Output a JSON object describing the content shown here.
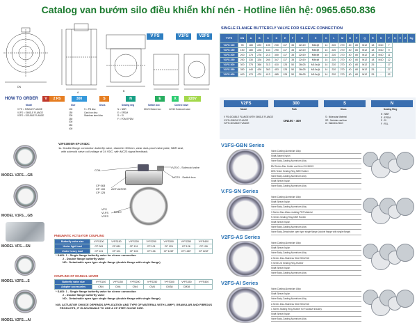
{
  "title": "Catalog van bướm silo điều khiển khí nén - Hotline liên hệ: 0965.650.836",
  "drawing": {
    "tabs": [
      "V FS",
      "V1FS",
      "V2FS"
    ]
  },
  "how_to_order": {
    "label": "HOW TO ORDER",
    "code": [
      "V",
      "2 FS",
      "300",
      "S",
      "N",
      "E",
      "X",
      "220V"
    ],
    "col_titles": [
      "Model",
      "Size",
      "Discs",
      "Sealing ring",
      "Switch box",
      "Control valve"
    ],
    "models": [
      "V FS = SINGLE FLANGE",
      "V1FS = SINGLE FLANGE",
      "V2FS = DOUBLE FLANGE"
    ],
    "sizes": [
      "100",
      "150",
      "200",
      "250",
      "300",
      "350",
      "400"
    ],
    "discs": [
      "S = PB disc",
      "Cast iron disc",
      "Stainless steel disc"
    ],
    "seals": [
      "N = NBR",
      "E = EPDM",
      "S = SI",
      "F = FOM EPDM"
    ],
    "switch": [
      "MC23 Switch box"
    ],
    "control": [
      "4V210 Solenoid valve"
    ]
  },
  "models_left": [
    "MODEL V2FS....GB",
    "MODEL V1FS....GB",
    "MODEL VFS....SN",
    "MODEL V2FS....S",
    "MODEL V2FS....AI"
  ],
  "example": {
    "code": "V2FS300SN-XF-2V4DC",
    "desc1": "1s. Double flange connection butterfly valve, diameter 300mm, wear dust-proof valve plate, NBR seal,",
    "desc2": "with solenoid valve coil voltage of 24 VDC, with MC23 signal feedback.",
    "callouts": [
      "COIL",
      "4V210 - Solenoid valve",
      "MC23 - Switch box",
      "CP 063",
      "CP 100",
      "CP 125",
      "ACTUATOR",
      "BODY",
      "VFS",
      "V1FS",
      "V2FS"
    ]
  },
  "pneumatic": {
    "title": "PNEUMATIC ACTUATOR COUPLING",
    "rows": [
      [
        "Butterfly valve size",
        "V*FS100",
        "V*FS150",
        "V*FS200",
        "V*FS250",
        "V*FS300",
        "V*FS350",
        "V*FS400"
      ],
      [
        "Under light load",
        "CP 081",
        "CP 081",
        "CP 101",
        "CP 101",
        "CP 126",
        "CP 126",
        "CP 126"
      ],
      [
        "Under heavy load",
        "CP 101",
        "CP 101",
        "CP 126",
        "CP 126",
        "CP 126T",
        "CP 126T",
        "CP 126T"
      ]
    ],
    "notes": [
      "* SAID: 1 - Single flange butterfly valve for sleeve connection",
      "2 - Double flange butterfly valve",
      "ND - Detachable open type single flange (double flange with single flange)"
    ]
  },
  "manual": {
    "title": "COUPLING OF MANUAL LEVER",
    "rows": [
      [
        "Butterfly valve size",
        "V*FS100",
        "V*FS150",
        "V*FS200",
        "V*FS250",
        "V*FS300",
        "V*FS350",
        "V*FS400"
      ],
      [
        "Adapter accessories",
        "CM4",
        "CM4",
        "CM4",
        "CM4",
        "CM38",
        "CM38",
        ""
      ]
    ],
    "notes": [
      "* SAID: 1 - Single flange butterfly valve for sleeve connection",
      "2 - Double flange butterfly valve",
      "ND - Detachable open type single flange (double flange with single flange)",
      "N.B. ACTUATOR CHOICE DEPENDS APPLICATION AND TYPE OF MATERIAL WITH LUMPY, GRANULAR AND FIBROUS",
      "PRODUCTS, IT IS ADVISABLE TO USE A CP STEP ON DIE SIZE."
    ]
  },
  "sleeve_table": {
    "title": "SINGLE FLANGE BUTTERFLY VALVE FOR SLEEVE CONNECTION",
    "headers": [
      "TYPE",
      "DN",
      "A",
      "B",
      "C",
      "D",
      "E",
      "F",
      "G",
      "H",
      "K",
      "L",
      "M",
      "N",
      "P",
      "Q",
      "R",
      "S",
      "T",
      "U",
      "V",
      "Z",
      "Kg"
    ],
    "rows": [
      [
        "V1FS 100",
        "95",
        "180",
        "220",
        "105",
        "230",
        "117",
        "35",
        "22x19",
        "M8x@",
        "14",
        "220",
        "270",
        "40",
        "80",
        "M12",
        "18",
        "M10",
        "7"
      ],
      [
        "V1FS 150",
        "150",
        "280",
        "228",
        "163",
        "290",
        "117",
        "35",
        "22x19",
        "M8x@",
        "14",
        "220",
        "270",
        "40",
        "80",
        "M12",
        "18",
        "M10",
        "9"
      ],
      [
        "V1FS 200",
        "200",
        "275",
        "278",
        "213",
        "300",
        "117",
        "35",
        "22x19",
        "M8x@",
        "14",
        "220",
        "270",
        "40",
        "80",
        "M12",
        "18",
        "M10",
        "11"
      ],
      [
        "V1FS 250",
        "250",
        "330",
        "328",
        "265",
        "347",
        "117",
        "35",
        "22x19",
        "M8x@",
        "14",
        "220",
        "270",
        "40",
        "80",
        "M12",
        "18",
        "M10",
        "12"
      ],
      [
        "V1FS 300",
        "300",
        "375",
        "368",
        "313",
        "410",
        "125",
        "50",
        "28x25",
        "M10x@",
        "14",
        "220",
        "270",
        "40",
        "80",
        "M12",
        "25",
        "-",
        "17"
      ],
      [
        "V1FS 350",
        "350",
        "440",
        "428",
        "363",
        "453",
        "125",
        "50",
        "28x25",
        "M10x@",
        "14",
        "220",
        "270",
        "40",
        "80",
        "M12",
        "25",
        "-",
        "27"
      ],
      [
        "V1FS 400",
        "400",
        "470",
        "470",
        "413",
        "485",
        "125",
        "50",
        "28x25",
        "M10x@",
        "14",
        "220",
        "270",
        "40",
        "80",
        "M12",
        "25",
        "-",
        "32"
      ]
    ]
  },
  "model_code": {
    "boxes": [
      "V2FS",
      "300",
      "S",
      "N"
    ],
    "labels": [
      "Model",
      "Path",
      "Discs",
      "Sealing Ring"
    ],
    "model_desc": [
      "V FS=DOUBLE FLANGE WITH SINGLE FLANGE",
      "V1FS=SINGLE FLANGE",
      "V2FS=DOUBLE FLANGE"
    ],
    "path": "DN100 - 400",
    "discs": [
      "S : Molecular Material",
      "SR : Nodular cast iron",
      "A : Stainless Steel"
    ],
    "seals": [
      "N : NBR",
      "E : EPDM",
      "S : SI",
      "F : FDL"
    ]
  },
  "series": [
    {
      "name": "V1FS-GBN Series",
      "features": [
        "Valve-Casting Aluminium Alloy",
        "Shaft-Stanes Nylon",
        "Valve Body-Casting Aluminium Alloy",
        "BM Series-Disc Holder and Item GI 436GI3",
        "DEB Tester Sealing Ring NBR Rubber",
        "Valve Body-Casting Aluminium Alloy",
        "Shaft Sleeve-Nylon",
        "Valve Body-Casting Aluminium Alloy"
      ]
    },
    {
      "name": "V.FS-SN Series",
      "features": [
        "Valve-Casting Aluminium Alloy",
        "Shaft Sleeve-Nylon",
        "Valve Body-Casting Aluminium Alloy",
        "3 Series Disc-Wear-resisting PBT Material",
        "N Series Sealing Ring-NBR Rubber",
        "Shaft Sleeve-Nylon",
        "Valve Body-Casting Aluminium Alloy",
        "Valve Body-Detachable open type single flange (double flange with single flange)"
      ]
    },
    {
      "name": "V2FS-AS Series",
      "features": [
        "Valve-Casting Aluminium Alloy",
        "Shaft Sleeve-Nylon",
        "Valve Body-Casting Aluminium Alloy",
        "A Series Disc-Stainless Steel SKU/316",
        "S Series-SI Sealing Ring-Rubber",
        "Shaft Sleeve-Nylon",
        "Valve Body-Casting Aluminium Alloy"
      ]
    },
    {
      "name": "V2FS-AI Series",
      "features": [
        "Valve-Casting Aluminium Alloy",
        "Shaft Sleeve-Nylon",
        "Valve Body-Casting Aluminium Alloy",
        "A Series Disc-Stainless Steel SKU/316",
        "1 Series Sealing Ring-Rubber for Foodstuff industry",
        "Shaft Sleeve-Nylon",
        "Valve Body-Casting Aluminium Alloy"
      ]
    }
  ]
}
